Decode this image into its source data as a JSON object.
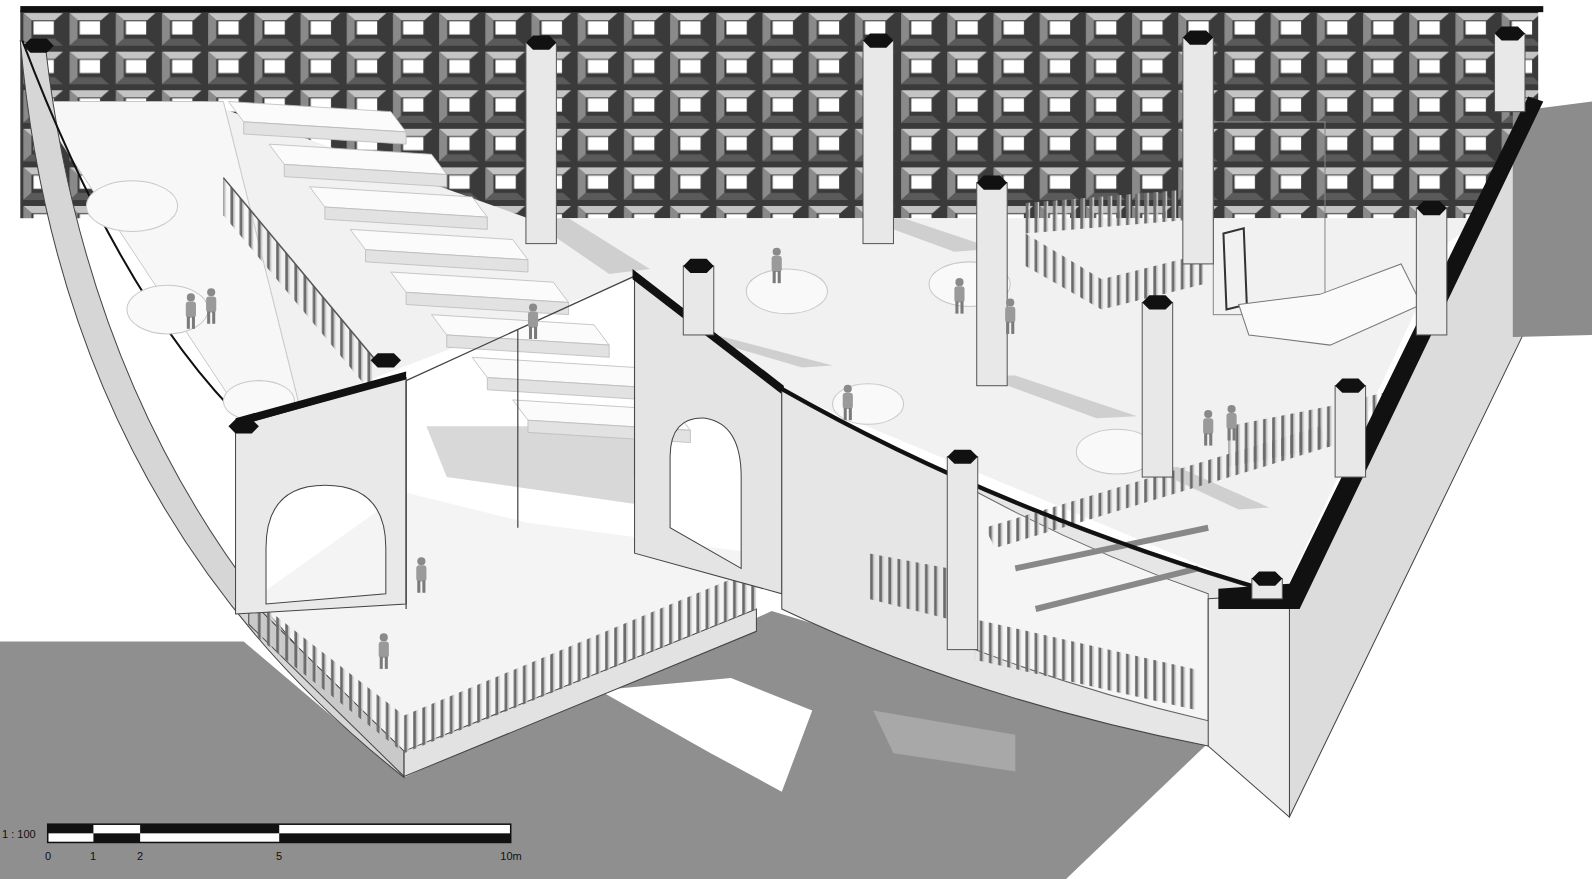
{
  "diagram": {
    "labels": [
      "1 : 100",
      "0",
      "1",
      "2",
      "5",
      "10m"
    ]
  }
}
